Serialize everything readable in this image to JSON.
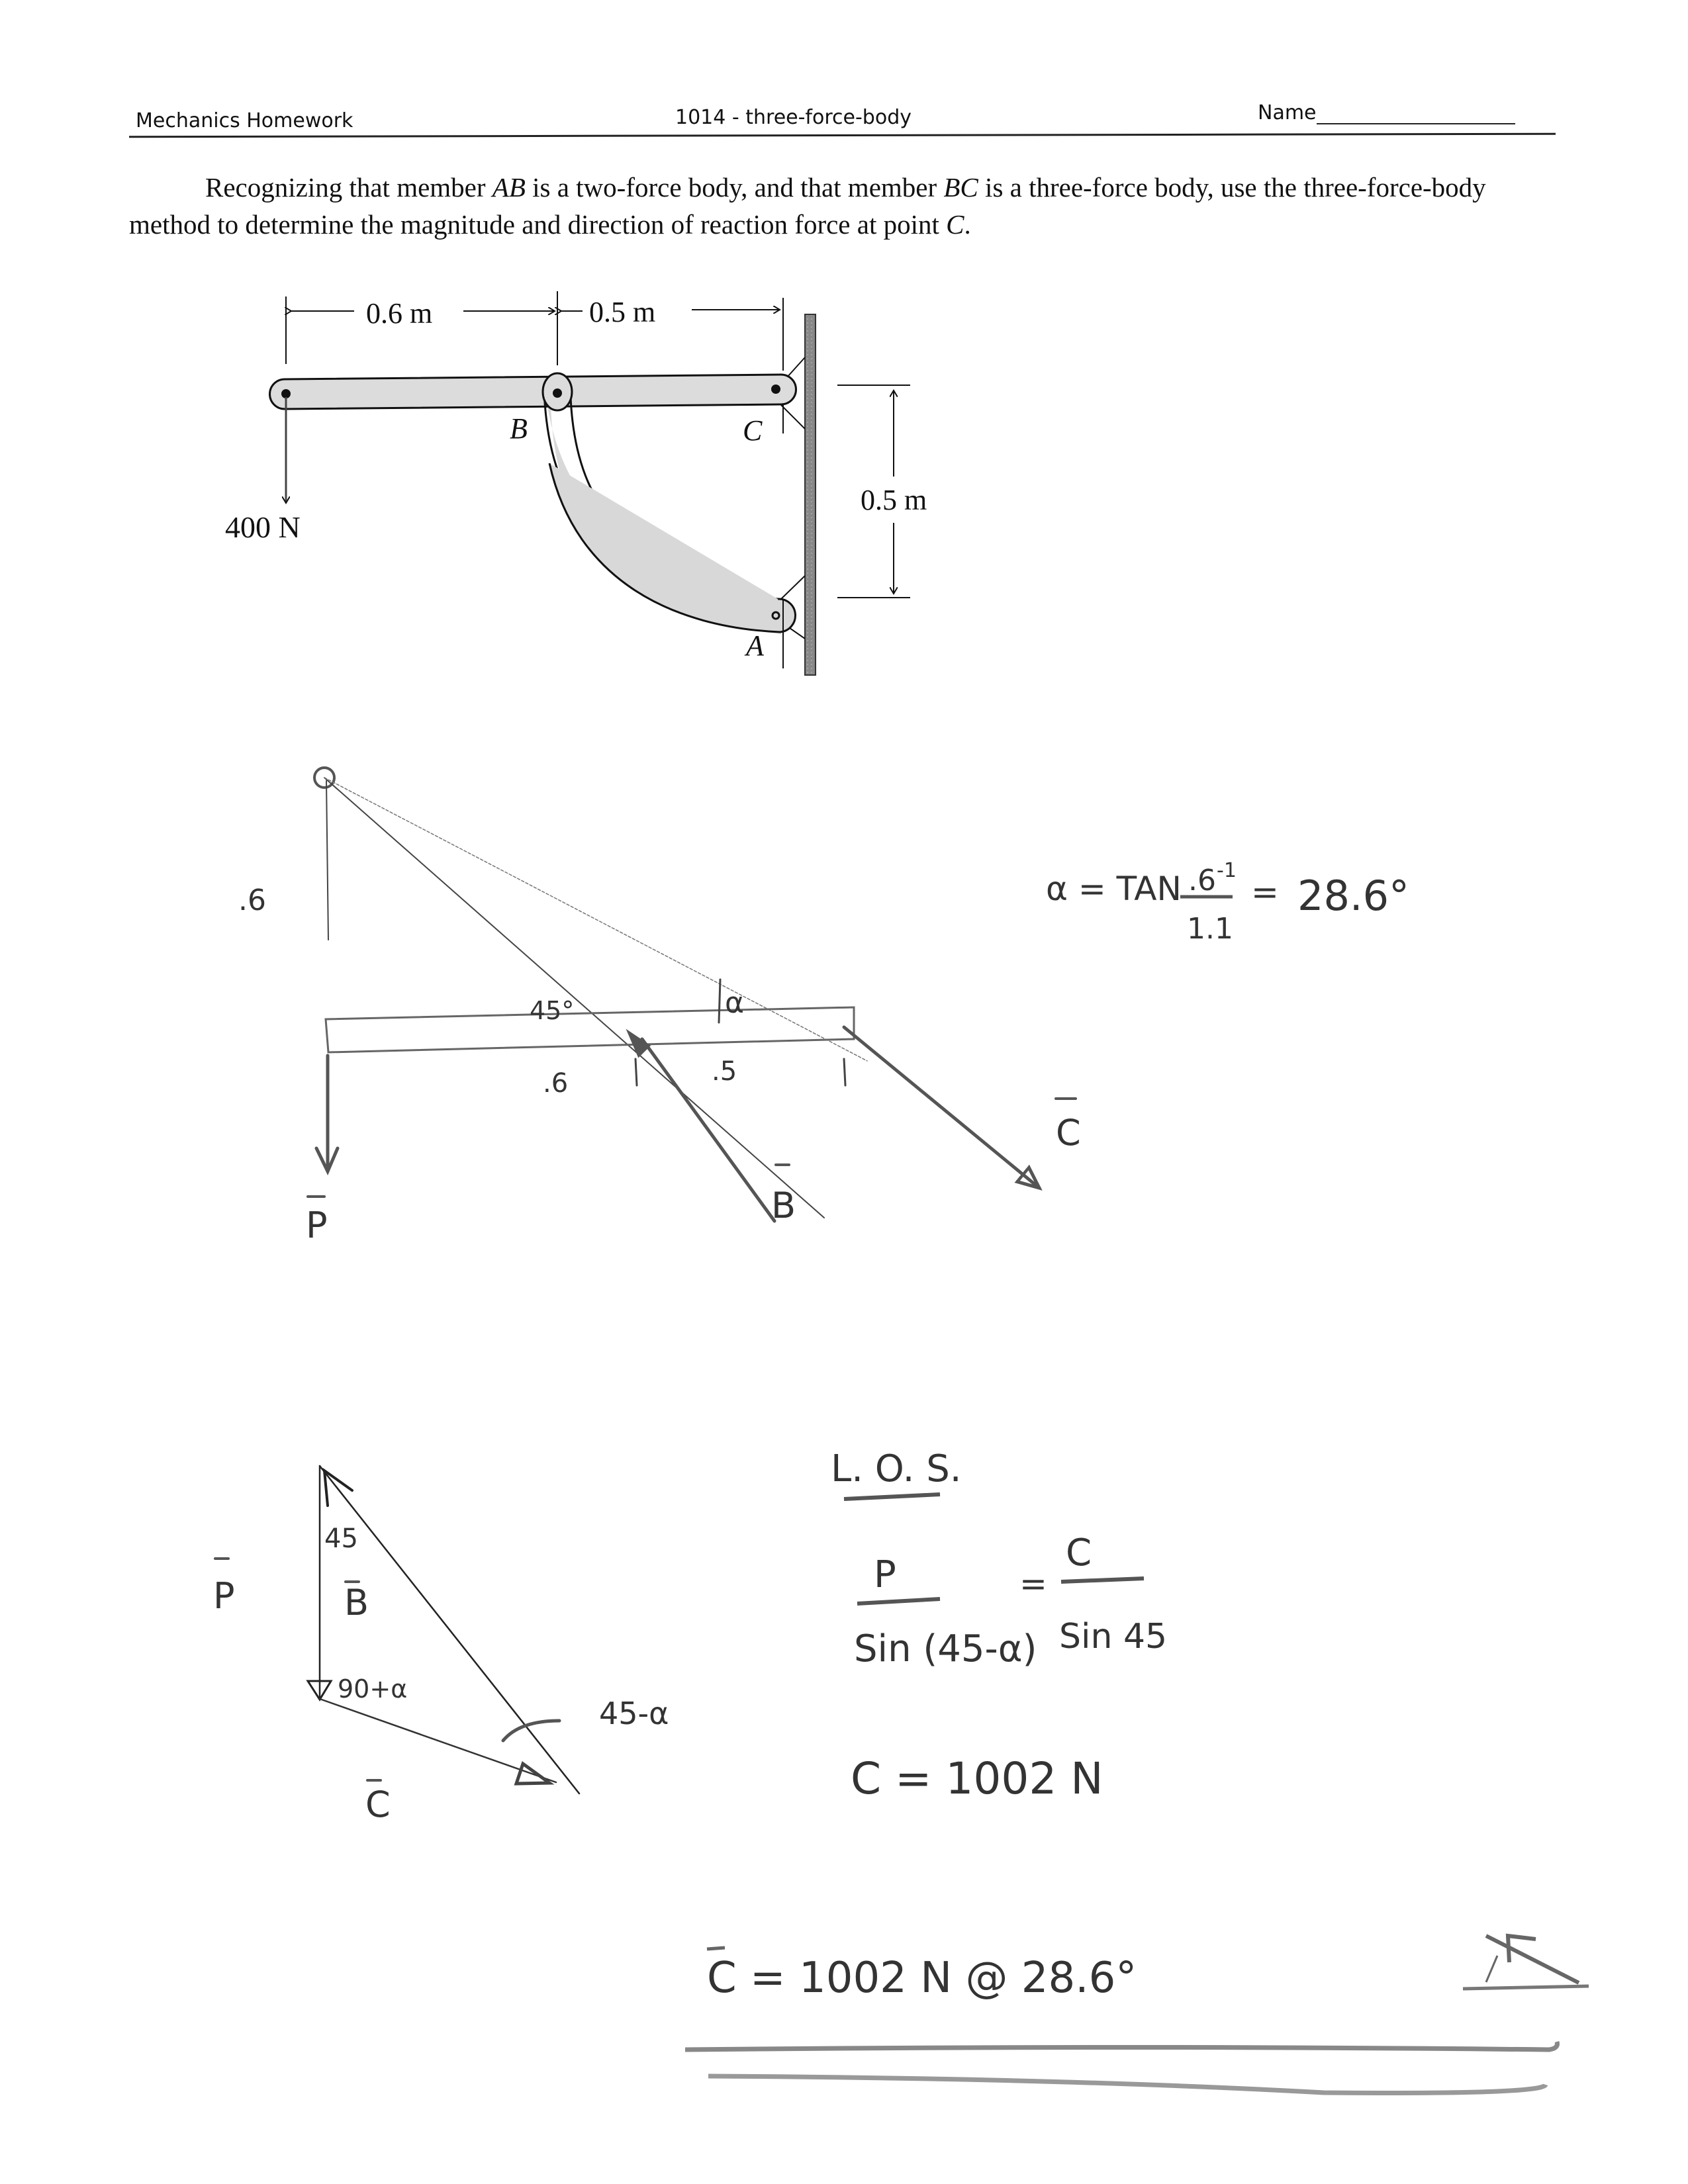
{
  "header": {
    "course": "Mechanics Homework",
    "assignment": "1014 - three-force-body",
    "name_label": "Name"
  },
  "problem": {
    "part1": "Recognizing that member ",
    "member_ab": "AB",
    "part2": " is a two-force body, and that member ",
    "member_bc": "BC",
    "part3": " is a three-force body, use the three-force-body method to determine the magnitude and direction of reaction force at point ",
    "point_c": "C",
    "part4": "."
  },
  "figure": {
    "dim_left": "0.6 m",
    "dim_right": "0.5 m",
    "dim_vertical": "0.5 m",
    "load": "400 N",
    "label_b": "B",
    "label_c": "C",
    "label_a": "A"
  },
  "fbd": {
    "height_label": ".6",
    "left_seg_label": ".6",
    "right_seg_label": ".5",
    "angle_45": "45°",
    "angle_alpha": "α",
    "force_p": "P",
    "force_b": "B",
    "force_c": "C"
  },
  "alpha_calc": {
    "lhs": "α = TAN",
    "inverse": "-1",
    "numerator": ".6",
    "denominator": "1.1",
    "equals": "=",
    "result": "28.6°"
  },
  "force_triangle": {
    "label_p": "P",
    "label_b": "B",
    "label_c": "C",
    "angle_top": "45",
    "angle_bottom_left": "90+α",
    "angle_bottom_right": "45-α"
  },
  "law_of_sines": {
    "title": "L. O. S.",
    "lhs_num": "P",
    "lhs_den": "Sin (45-α)",
    "equals": "=",
    "rhs_num": "C",
    "rhs_den": "Sin 45",
    "result": "C = 1002 N"
  },
  "final_answer": {
    "text": "C = 1002 N @ 28.6°",
    "direction": "up-left arrow above horizontal"
  }
}
